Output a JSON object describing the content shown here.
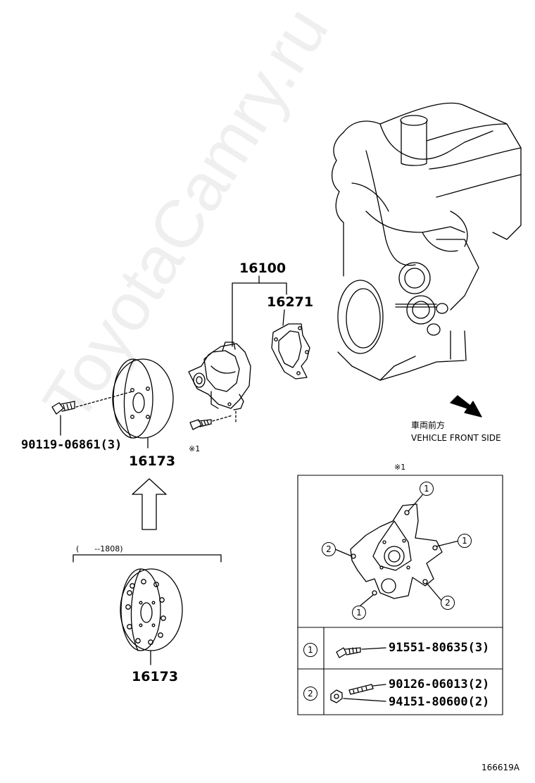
{
  "labels": {
    "assembly": "16100",
    "gasket": "16271",
    "pulley_upper": "16173",
    "pulley_lower": "16173",
    "bolt_left": "90119-06861(3)",
    "ref_mark": "※1",
    "detail_mark": "※1",
    "range_note": "(　　--1808)",
    "direction_jp": "車両前方",
    "direction_en": "VEHICLE FRONT SIDE",
    "diagram_id": "166619A",
    "watermark": "ToyotaCamry.ru"
  },
  "legend": {
    "row1_marker": "1",
    "row1_part": "91551-80635(3)",
    "row2_marker": "2",
    "row2_part_a": "90126-06013(2)",
    "row2_part_b": "94151-80600(2)"
  },
  "callouts": {
    "c1_top": "1",
    "c1_right": "1",
    "c1_bottom": "1",
    "c2_left": "2",
    "c2_right": "2"
  }
}
